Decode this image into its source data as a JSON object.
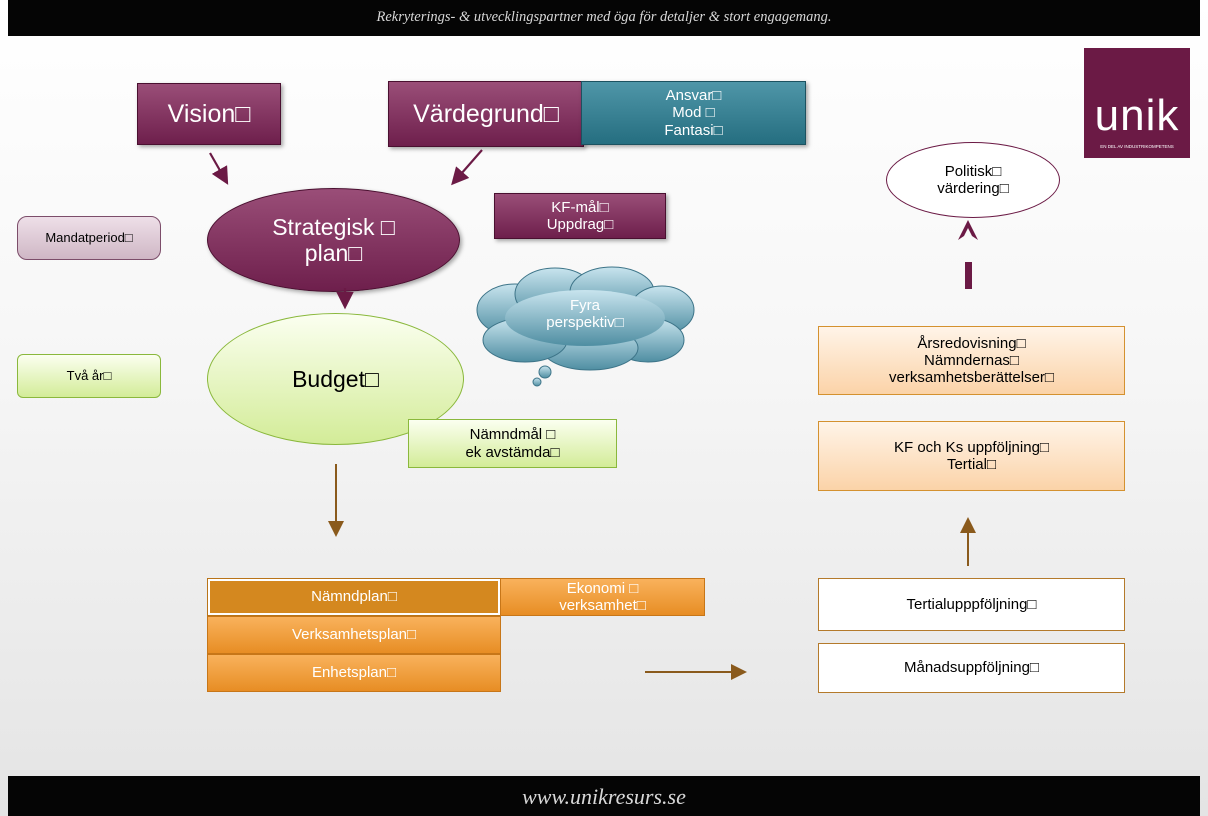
{
  "header": {
    "tagline": "Rekryterings- & utvecklingspartner med öga för detaljer & stort engagemang."
  },
  "footer": {
    "url": "www.unikresurs.se"
  },
  "logo": {
    "brand": "unik",
    "subtext": "EN DEL AV INDUSTRIKOMPETENS",
    "color": "#6b1a45"
  },
  "nodes": {
    "vision": "Vision□",
    "vardegrund": "Värdegrund□",
    "values": [
      "Ansvar□",
      "Mod □",
      "Fantasi□"
    ],
    "strategisk": [
      "Strategisk □",
      "plan□"
    ],
    "kf_mal": [
      "KF-mål□",
      "Uppdrag□"
    ],
    "mandatperiod": "Mandatperiod□",
    "fyra": [
      "Fyra",
      "perspektiv□"
    ],
    "budget": "Budget□",
    "tva_ar": "Två år□",
    "namndmal": [
      "Nämndmål □",
      "ek avstämda□"
    ],
    "namndplan": "Nämndplan□",
    "ekonomi": [
      "Ekonomi □",
      "verksamhet□"
    ],
    "verksamhetsplan": "Verksamhetsplan□",
    "enhetsplan": "Enhetsplan□",
    "politisk": [
      "Politisk□",
      "värdering□"
    ],
    "arsredovisning": [
      "Årsredovisning□",
      "Nämndernas□",
      "verksamhetsberättelser□"
    ],
    "kf_ks": [
      "KF och Ks uppföljning□",
      "Tertial□"
    ],
    "tertial": "Tertialupppföljning□",
    "manad": "Månadsuppföljning□"
  }
}
